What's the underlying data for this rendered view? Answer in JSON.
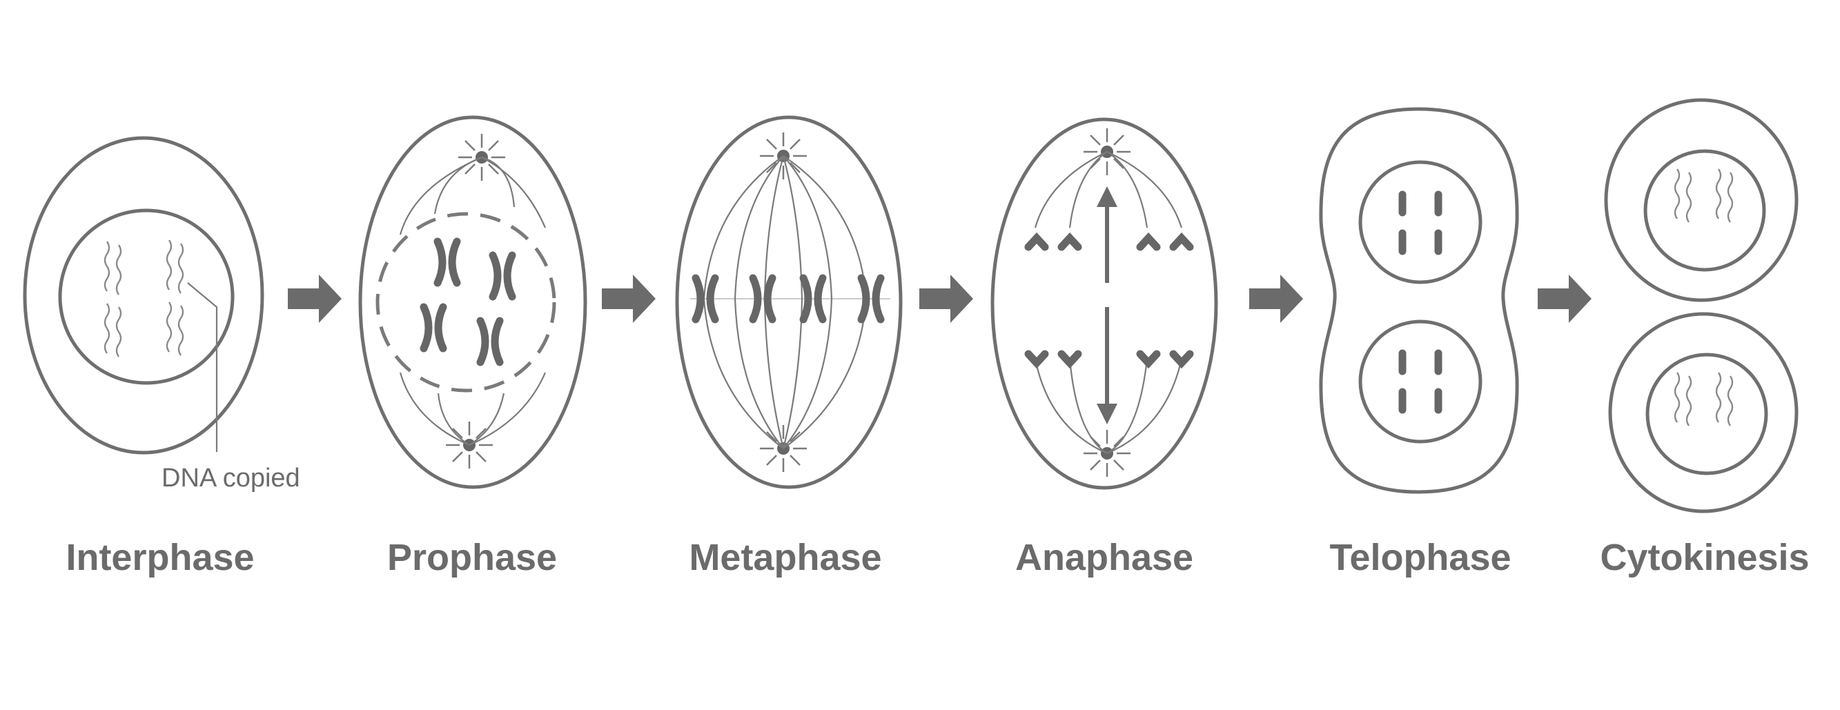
{
  "diagram": {
    "colors": {
      "ink": "#6b6b6b",
      "background": "#ffffff"
    },
    "stages": [
      {
        "id": "interphase",
        "label": "Interphase"
      },
      {
        "id": "prophase",
        "label": "Prophase"
      },
      {
        "id": "metaphase",
        "label": "Metaphase"
      },
      {
        "id": "anaphase",
        "label": "Anaphase"
      },
      {
        "id": "telophase",
        "label": "Telophase"
      },
      {
        "id": "cytokinesis",
        "label": "Cytokinesis"
      }
    ],
    "annotations": {
      "interphase_callout": "DNA copied"
    },
    "connectors": {
      "count": 5,
      "icon": "right-arrow-icon"
    }
  }
}
